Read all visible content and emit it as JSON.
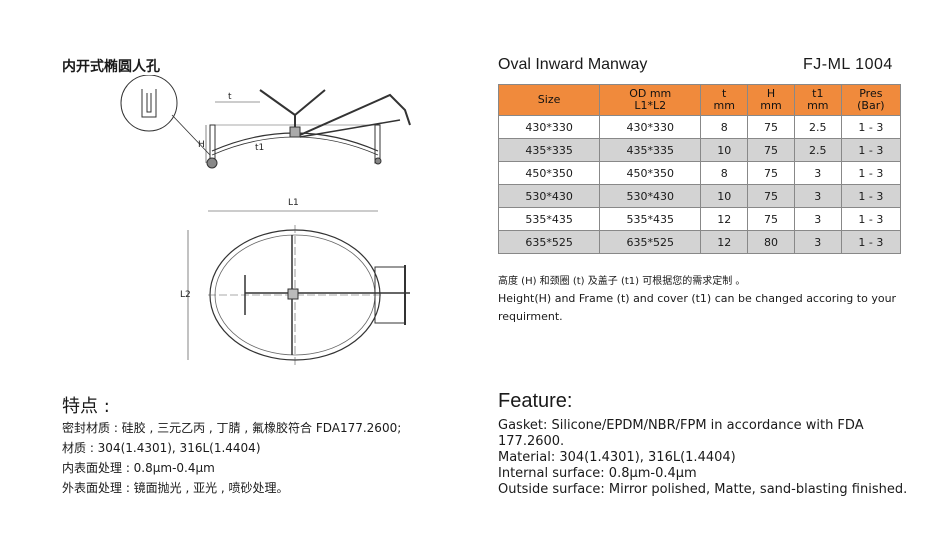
{
  "left": {
    "title_cn": "内开式椭圆人孔",
    "dim_labels": {
      "t": "t",
      "t1": "t1",
      "H": "H",
      "L1": "L1",
      "L2": "L2"
    }
  },
  "right": {
    "title_en": "Oval Inward Manway",
    "model": "FJ-ML 1004"
  },
  "table": {
    "headers": [
      [
        "Size"
      ],
      [
        "OD mm",
        "L1*L2"
      ],
      [
        "t",
        "mm"
      ],
      [
        "H",
        "mm"
      ],
      [
        "t1",
        "mm"
      ],
      [
        "Pres",
        "(Bar)"
      ]
    ],
    "rows": [
      [
        "430*330",
        "430*330",
        "8",
        "75",
        "2.5",
        "1 - 3"
      ],
      [
        "435*335",
        "435*335",
        "10",
        "75",
        "2.5",
        "1 - 3"
      ],
      [
        "450*350",
        "450*350",
        "8",
        "75",
        "3",
        "1 - 3"
      ],
      [
        "530*430",
        "530*430",
        "10",
        "75",
        "3",
        "1 - 3"
      ],
      [
        "535*435",
        "535*435",
        "12",
        "75",
        "3",
        "1 - 3"
      ],
      [
        "635*525",
        "635*525",
        "12",
        "80",
        "3",
        "1 - 3"
      ]
    ]
  },
  "notes": {
    "cn": "高度 (H) 和颈圈 (t) 及盖子 (t1) 可根据您的需求定制 。",
    "en": "Height(H) and Frame (t) and cover (t1) can be changed accoring to your requirment."
  },
  "features_cn": {
    "title": "特点 :",
    "lines": [
      " 密封材质 : 硅胶 , 三元乙丙 , 丁腈 , 氟橡胶符合  FDA177.2600;",
      "材质 : 304(1.4301), 316L(1.4404)",
      "内表面处理 : 0.8μm-0.4μm",
      "外表面处理 : 镜面抛光 , 亚光 , 喷砂处理。"
    ]
  },
  "features_en": {
    "title": "Feature:",
    "lines": [
      "Gasket: Silicone/EPDM/NBR/FPM in accordance with FDA 177.2600.",
      "Material: 304(1.4301), 316L(1.4404)",
      "Internal surface: 0.8μm-0.4μm",
      "Outside surface: Mirror polished, Matte, sand-blasting finished."
    ]
  }
}
